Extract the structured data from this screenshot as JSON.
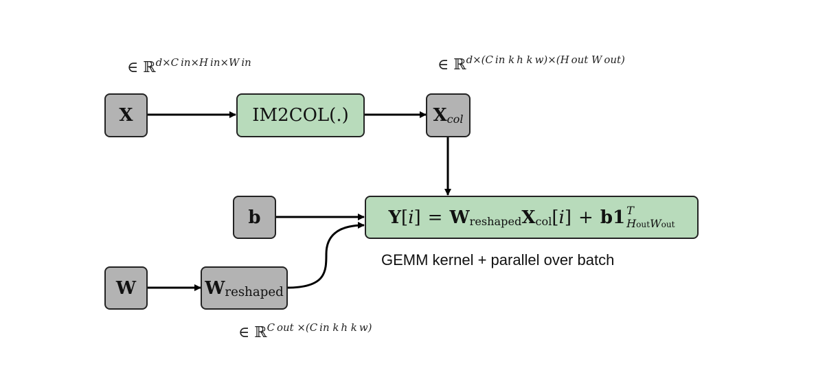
{
  "nodes": {
    "x": {
      "label": "X"
    },
    "im2col": {
      "label": "IM2COL(.)"
    },
    "xcol": {
      "base": "X",
      "sub": "col"
    },
    "b": {
      "label": "b"
    },
    "w": {
      "label": "W"
    },
    "wreshaped": {
      "base": "W",
      "sub": "reshaped"
    },
    "gemm": {
      "y": "Y",
      "i1": "i",
      "eq": "=",
      "w": "W",
      "w_sub": "reshaped",
      "x": "X",
      "x_sub": "col",
      "i2": "i",
      "plus": "+",
      "b": "b",
      "one": "1",
      "sup": "T",
      "sub": "H",
      "sub_sub": "out",
      "sub2": "W",
      "sub2_sub": "out"
    }
  },
  "annotations": {
    "x_dim": {
      "prefix": "∈ ℝ",
      "exp": "d×C in×H in×W in"
    },
    "xcol_dim": {
      "prefix": "∈ ℝ",
      "exp": "d×(C in k h k w)×(H out W out)"
    },
    "w_dim": {
      "prefix": "∈ ℝ",
      "exp": "C out ×(C in k h k w)"
    }
  },
  "caption": "GEMM kernel + parallel over batch",
  "colors": {
    "gray_node": "#b3b3b3",
    "green_node": "#b8dbbb",
    "border": "#222222",
    "arrow": "#000000"
  }
}
